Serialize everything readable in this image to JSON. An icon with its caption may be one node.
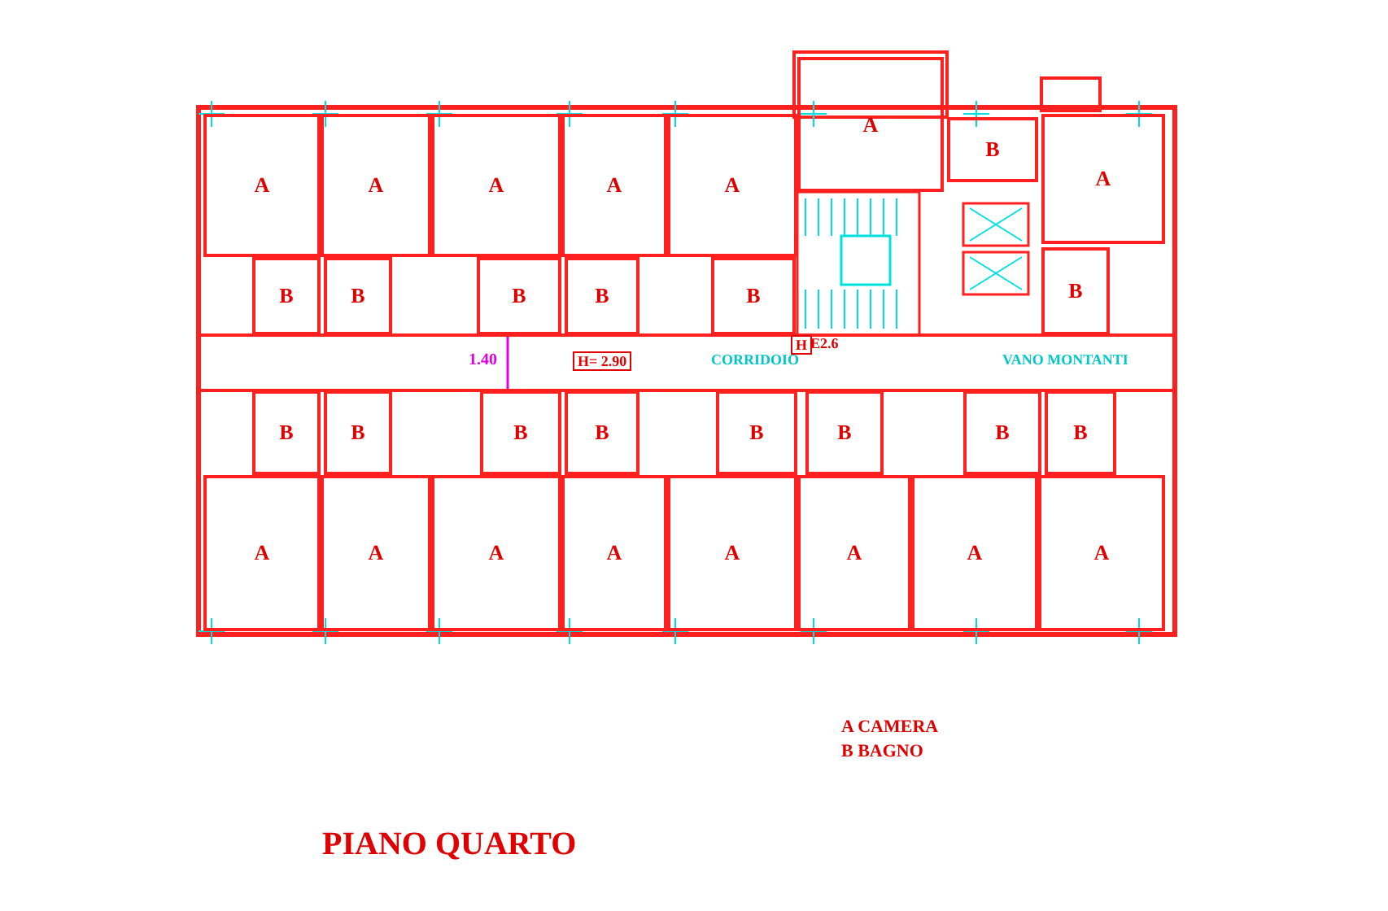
{
  "diagram": {
    "title": "PIANO QUARTO",
    "nodes": [
      {
        "text": [
          "A"
        ]
      },
      {
        "text": [
          "A"
        ]
      },
      {
        "text": [
          "A"
        ]
      },
      {
        "text": [
          "A"
        ]
      },
      {
        "text": [
          "A"
        ]
      },
      {
        "text": [
          "A"
        ]
      },
      {
        "text": [
          "B"
        ]
      },
      {
        "text": [
          "A"
        ]
      },
      {
        "text": [
          "B"
        ]
      },
      {
        "text": [
          "B"
        ]
      },
      {
        "text": [
          "B"
        ]
      },
      {
        "text": [
          "B"
        ]
      },
      {
        "text": [
          "B"
        ]
      },
      {
        "text": [
          "B"
        ]
      },
      {
        "text": [
          "B"
        ]
      },
      {
        "text": [
          "B"
        ]
      },
      {
        "text": [
          "B"
        ]
      },
      {
        "text": [
          "B"
        ]
      },
      {
        "text": [
          "B"
        ]
      },
      {
        "text": [
          "B"
        ]
      },
      {
        "text": [
          "B"
        ]
      },
      {
        "text": [
          "B"
        ]
      },
      {
        "text": [
          "A"
        ]
      },
      {
        "text": [
          "A"
        ]
      },
      {
        "text": [
          "A"
        ]
      },
      {
        "text": [
          "A"
        ]
      },
      {
        "text": [
          "A"
        ]
      },
      {
        "text": [
          "A"
        ]
      },
      {
        "text": [
          "A"
        ]
      },
      {
        "text": [
          "A"
        ]
      }
    ],
    "edges": [],
    "labels": [
      "1.40",
      "H= 2.90",
      "CORRIDOIO",
      "H",
      "E2.6",
      "VANO MONTANTI",
      "A CAMERA",
      "B BAGNO"
    ]
  }
}
